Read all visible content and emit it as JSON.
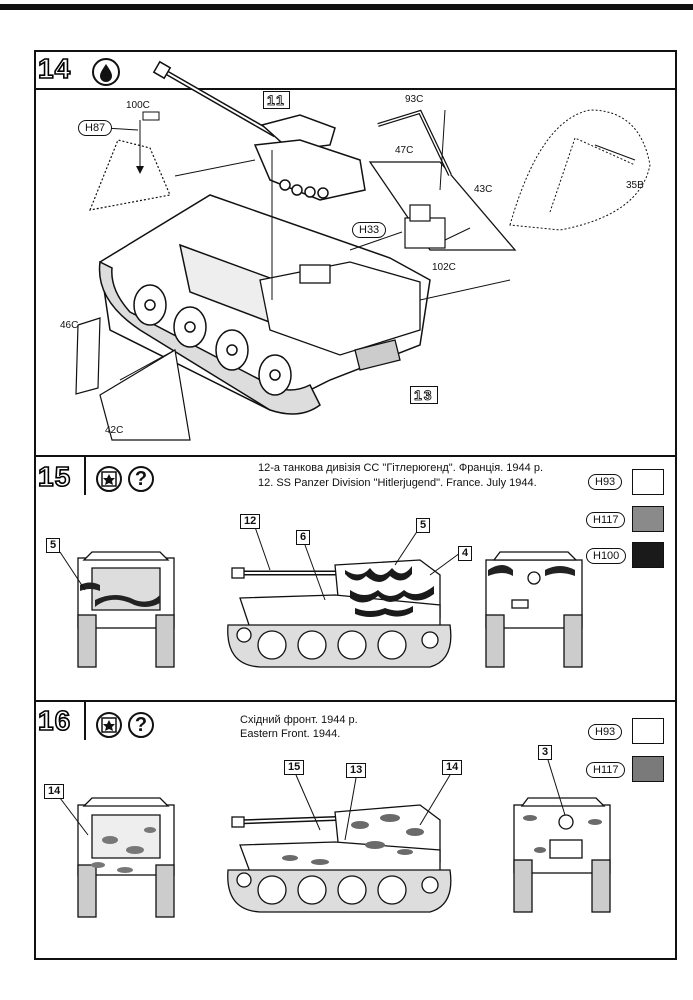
{
  "step14": {
    "number": "14",
    "labels": {
      "p100c": "100C",
      "h87": "H87",
      "p11": "11",
      "p93c": "93C",
      "p47c": "47C",
      "p43c": "43C",
      "p35b": "35B",
      "h33": "H33",
      "p102c": "102C",
      "p46c": "46C",
      "p42c": "42C",
      "p13": "13"
    }
  },
  "step15": {
    "number": "15",
    "caption_ua": "12-а танкова дивізія СС \"Гітлерюгенд\". Франція. 1944 р.",
    "caption_en": "12. SS Panzer Division \"Hitlerjugend\". France. July 1944.",
    "paints": [
      {
        "code": "H93",
        "color": "#ffffff"
      },
      {
        "code": "H117",
        "color": "#8a8a8a"
      },
      {
        "code": "H100",
        "color": "#1a1a1a"
      }
    ],
    "callouts": {
      "front": "5",
      "gun": "12",
      "hull": "6",
      "turret": "5",
      "rear_side": "4"
    }
  },
  "step16": {
    "number": "16",
    "caption_ua": "Східний фронт. 1944 р.",
    "caption_en": "Eastern Front.  1944.",
    "paints": [
      {
        "code": "H93",
        "color": "#ffffff"
      },
      {
        "code": "H117",
        "color": "#7a7a7a"
      }
    ],
    "callouts": {
      "front": "14",
      "gun": "15",
      "hull": "13",
      "turret": "14",
      "rear": "3"
    }
  }
}
